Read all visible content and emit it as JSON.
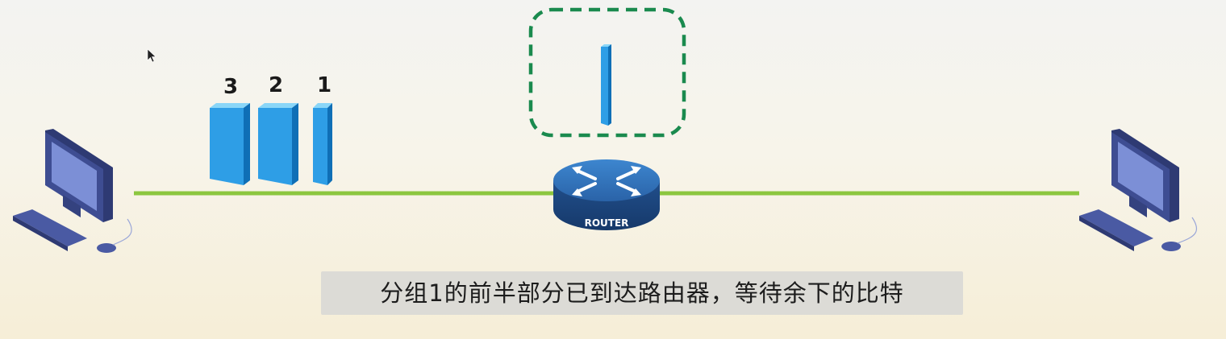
{
  "packets": [
    {
      "label": "3"
    },
    {
      "label": "2"
    },
    {
      "label": "1"
    }
  ],
  "router": {
    "label": "ROUTER"
  },
  "caption": "分组1的前半部分已到达路由器，等待余下的比特",
  "colors": {
    "link": "#8cc63f",
    "packet_front": "#2e9ee6",
    "packet_side": "#0f6fb6",
    "packet_top": "#7fd0f7",
    "buffer_border": "#1a8a4e",
    "router_top": "#2d6fb7",
    "router_side": "#1b4d8a",
    "pc_body": "#3d4c8e",
    "pc_screen": "#7c8fd6"
  },
  "icons": {
    "cursor": "mouse-pointer-icon",
    "left_host": "desktop-computer-icon",
    "right_host": "desktop-computer-icon",
    "router": "router-icon"
  }
}
